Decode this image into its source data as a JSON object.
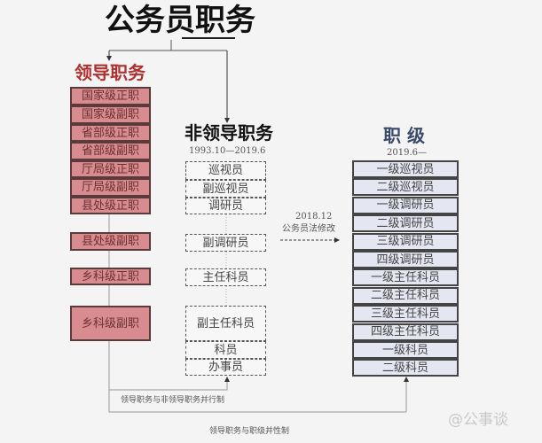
{
  "title": {
    "part1": "公务员",
    "part2": "职务"
  },
  "leading": {
    "title": "领导职务",
    "items": [
      "国家级正职",
      "国家级副职",
      "省部级正职",
      "省部级副职",
      "厅局级正职",
      "厅局级副职",
      "县处级正职",
      "县处级副职",
      "乡科级正职",
      "乡科级副职"
    ]
  },
  "non_leading": {
    "title": "非领导职务",
    "period": "1993.10—2019.6",
    "items": [
      "巡视员",
      "副巡视员",
      "调研员",
      "副调研员",
      "主任科员",
      "副主任科员",
      "科员",
      "办事员"
    ]
  },
  "ranks": {
    "title": "职 级",
    "period": "2019.6—",
    "items": [
      "一级巡视员",
      "二级巡视员",
      "一级调研员",
      "二级调研员",
      "三级调研员",
      "四级调研员",
      "一级主任科员",
      "二级主任科员",
      "三级主任科员",
      "四级主任科员",
      "一级科员",
      "二级科员"
    ]
  },
  "transition": {
    "date": "2018.12",
    "label": "公务员法修改"
  },
  "notes": {
    "parallel1": "领导职务与非领导职务并行制",
    "parallel2": "领导职务与职级并性制"
  },
  "watermark": "@公事谈",
  "colors": {
    "leading": "#d98c90",
    "ranks": "#e4e6f2",
    "leading_title": "#b03030",
    "rank_title": "#3a4a6a"
  }
}
